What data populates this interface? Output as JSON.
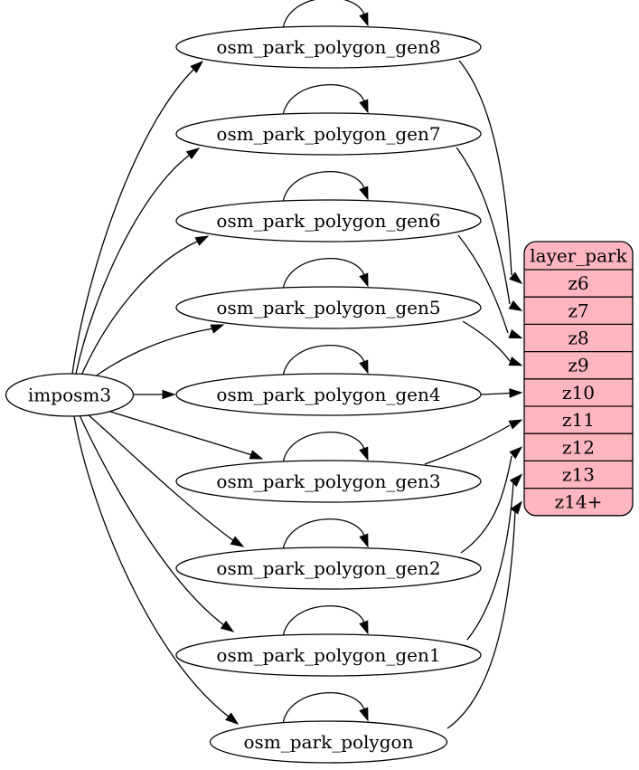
{
  "diagram": {
    "type": "dependency-graph",
    "background": "#ffffff",
    "edge_color": "#000000",
    "node_fill": "#ffffff",
    "node_stroke": "#000000",
    "text_color": "#000000",
    "source": {
      "id": "imposm3",
      "label": "imposm3"
    },
    "tables": [
      {
        "id": "osm_park_polygon_gen8",
        "label": "osm_park_polygon_gen8"
      },
      {
        "id": "osm_park_polygon_gen7",
        "label": "osm_park_polygon_gen7"
      },
      {
        "id": "osm_park_polygon_gen6",
        "label": "osm_park_polygon_gen6"
      },
      {
        "id": "osm_park_polygon_gen5",
        "label": "osm_park_polygon_gen5"
      },
      {
        "id": "osm_park_polygon_gen4",
        "label": "osm_park_polygon_gen4"
      },
      {
        "id": "osm_park_polygon_gen3",
        "label": "osm_park_polygon_gen3"
      },
      {
        "id": "osm_park_polygon_gen2",
        "label": "osm_park_polygon_gen2"
      },
      {
        "id": "osm_park_polygon_gen1",
        "label": "osm_park_polygon_gen1"
      },
      {
        "id": "osm_park_polygon",
        "label": "osm_park_polygon"
      }
    ],
    "layer": {
      "id": "layer_park",
      "title": "layer_park",
      "fill": "#FFB6C1",
      "stroke": "#000000",
      "rows": [
        "z6",
        "z7",
        "z8",
        "z9",
        "z10",
        "z11",
        "z12",
        "z13",
        "z14+"
      ]
    },
    "edges": {
      "from_source": [
        "osm_park_polygon_gen8",
        "osm_park_polygon_gen7",
        "osm_park_polygon_gen6",
        "osm_park_polygon_gen5",
        "osm_park_polygon_gen4",
        "osm_park_polygon_gen3",
        "osm_park_polygon_gen2",
        "osm_park_polygon_gen1",
        "osm_park_polygon"
      ],
      "self_loops": [
        "osm_park_polygon_gen8",
        "osm_park_polygon_gen7",
        "osm_park_polygon_gen6",
        "osm_park_polygon_gen5",
        "osm_park_polygon_gen4",
        "osm_park_polygon_gen3",
        "osm_park_polygon_gen2",
        "osm_park_polygon_gen1",
        "osm_park_polygon"
      ],
      "to_layer": [
        {
          "from": "osm_park_polygon_gen8",
          "row": "z6"
        },
        {
          "from": "osm_park_polygon_gen7",
          "row": "z7"
        },
        {
          "from": "osm_park_polygon_gen6",
          "row": "z8"
        },
        {
          "from": "osm_park_polygon_gen5",
          "row": "z9"
        },
        {
          "from": "osm_park_polygon_gen4",
          "row": "z10"
        },
        {
          "from": "osm_park_polygon_gen3",
          "row": "z11"
        },
        {
          "from": "osm_park_polygon_gen2",
          "row": "z12"
        },
        {
          "from": "osm_park_polygon_gen1",
          "row": "z13"
        },
        {
          "from": "osm_park_polygon",
          "row": "z14+"
        }
      ]
    }
  }
}
